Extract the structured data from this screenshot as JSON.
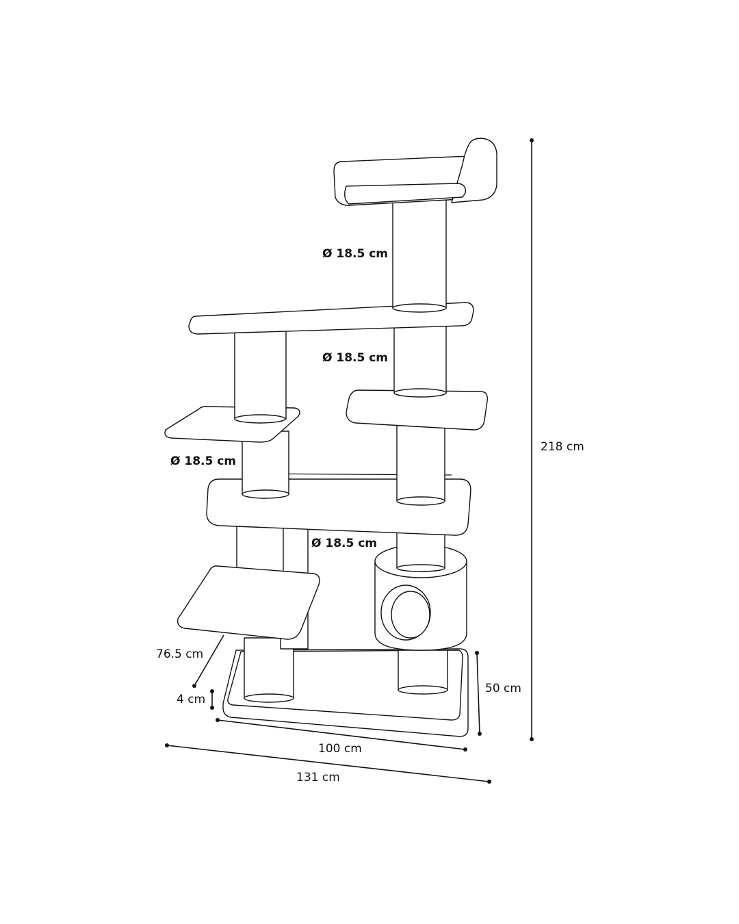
{
  "diagram": {
    "subject": "cat-tree",
    "line_color": "#111111",
    "background": "#ffffff",
    "post_diameters": [
      "Ø 18.5 cm",
      "Ø 18.5 cm",
      "Ø 18.5 cm",
      "Ø 18.5 cm"
    ],
    "dimensions": {
      "total_height": "218 cm",
      "base_depth": "76.5 cm",
      "base_thickness": "4 cm",
      "base_height": "50 cm",
      "base_width": "100 cm",
      "total_width": "131 cm"
    }
  }
}
